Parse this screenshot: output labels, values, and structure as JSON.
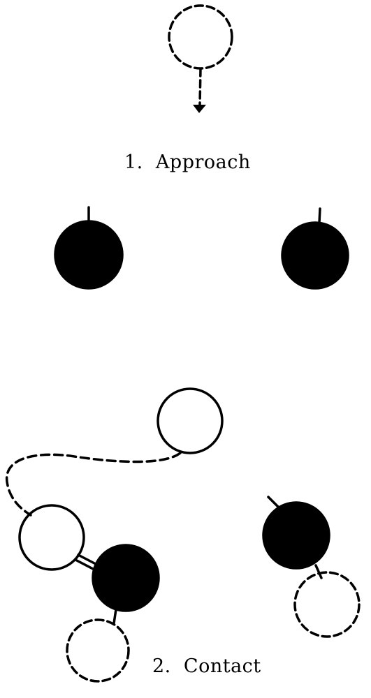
{
  "figure": {
    "panels": [
      {
        "id": "approach",
        "caption": "1.  Approach"
      },
      {
        "id": "contact",
        "caption": "2.  Contact"
      }
    ],
    "colors": {
      "ink": "#000000",
      "paper": "#ffffff"
    }
  }
}
